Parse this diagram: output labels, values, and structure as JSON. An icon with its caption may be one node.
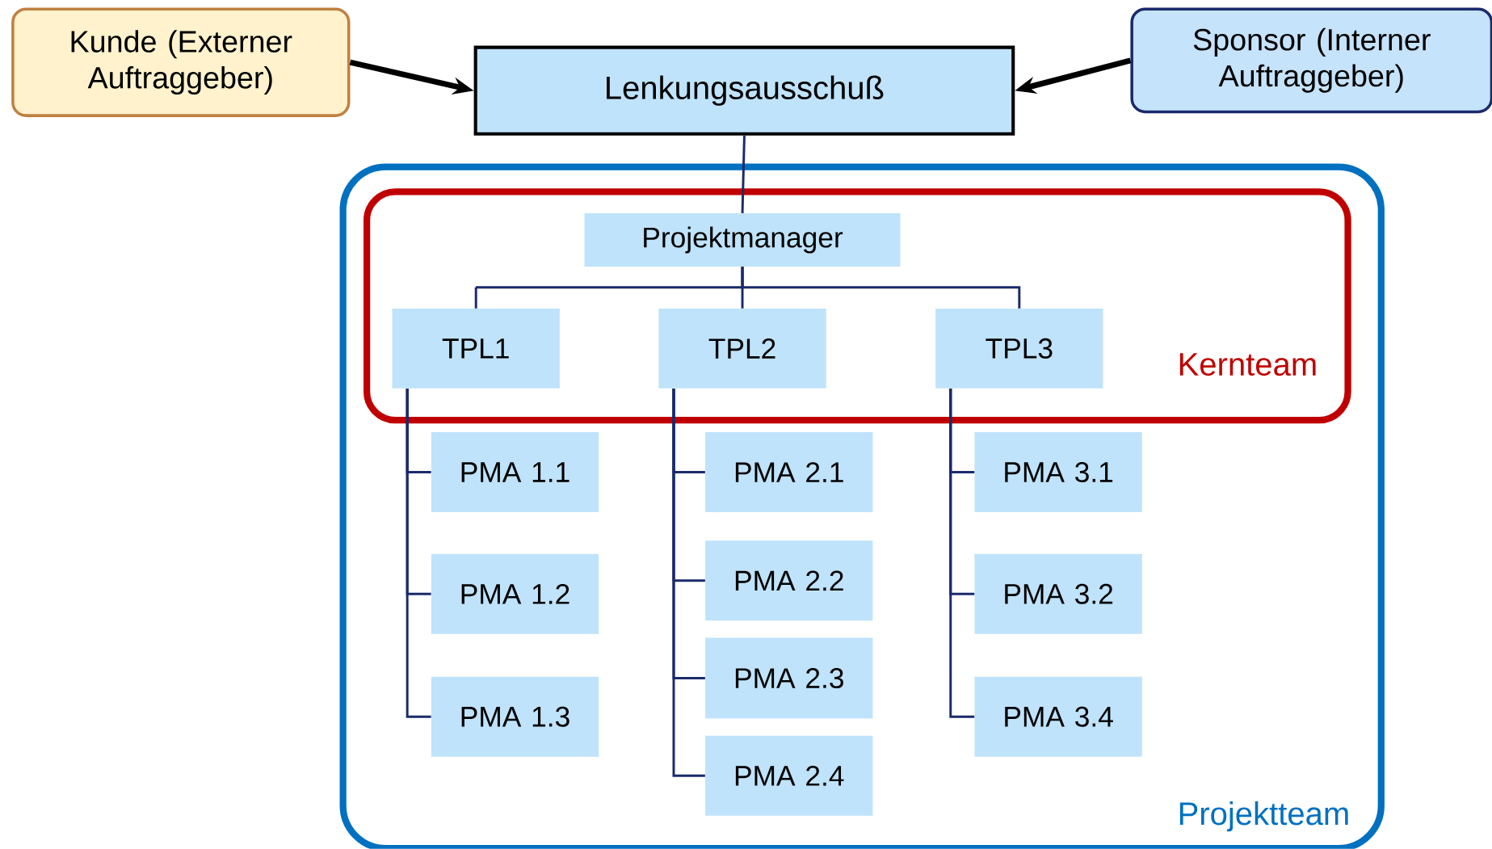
{
  "diagram": {
    "nodes": [
      {
        "text": [
          "Kunde (Externer Auftraggeber)"
        ]
      },
      {
        "text": [
          "Lenkungsausschuß"
        ]
      },
      {
        "text": [
          "Sponsor (Interner Auftraggeber)"
        ]
      },
      {
        "text": [
          "Projektteam"
        ]
      },
      {
        "text": [
          "Kernteam"
        ],
        "in": 3
      },
      {
        "text": [
          "Projektmanager"
        ],
        "in": 4
      },
      {
        "text": [
          "TPL1"
        ],
        "in": 4
      },
      {
        "text": [
          "TPL2"
        ],
        "in": 4
      },
      {
        "text": [
          "TPL3"
        ],
        "in": 4
      },
      {
        "text": [
          "PMA 1.1"
        ],
        "in": 3
      },
      {
        "text": [
          "PMA 1.2"
        ],
        "in": 3
      },
      {
        "text": [
          "PMA 1.3"
        ],
        "in": 3
      },
      {
        "text": [
          "PMA 2.1"
        ],
        "in": 3
      },
      {
        "text": [
          "PMA 2.2"
        ],
        "in": 3
      },
      {
        "text": [
          "PMA 2.3"
        ],
        "in": 3
      },
      {
        "text": [
          "PMA 2.4"
        ],
        "in": 3
      },
      {
        "text": [
          "PMA 3.1"
        ],
        "in": 3
      },
      {
        "text": [
          "PMA 3.2"
        ],
        "in": 3
      },
      {
        "text": [
          "PMA 3.4"
        ],
        "in": 3
      }
    ],
    "edges": [
      {
        "from": 0,
        "to": 1,
        "arrow": "to",
        "style": "thick",
        "color": "#000000"
      },
      {
        "from": 2,
        "to": 1,
        "arrow": "to",
        "style": "thick",
        "color": "#000000"
      },
      {
        "from": 1,
        "to": 5,
        "arrow": "none"
      },
      {
        "from": 5,
        "to": 6,
        "arrow": "none"
      },
      {
        "from": 5,
        "to": 7,
        "arrow": "none"
      },
      {
        "from": 5,
        "to": 8,
        "arrow": "none"
      },
      {
        "from": 6,
        "to": 9,
        "arrow": "none"
      },
      {
        "from": 6,
        "to": 10,
        "arrow": "none"
      },
      {
        "from": 6,
        "to": 11,
        "arrow": "none"
      },
      {
        "from": 7,
        "to": 12,
        "arrow": "none"
      },
      {
        "from": 7,
        "to": 13,
        "arrow": "none"
      },
      {
        "from": 7,
        "to": 14,
        "arrow": "none"
      },
      {
        "from": 7,
        "to": 15,
        "arrow": "none"
      },
      {
        "from": 8,
        "to": 16,
        "arrow": "none"
      },
      {
        "from": 8,
        "to": 17,
        "arrow": "none"
      },
      {
        "from": 8,
        "to": 18,
        "arrow": "none"
      }
    ]
  }
}
